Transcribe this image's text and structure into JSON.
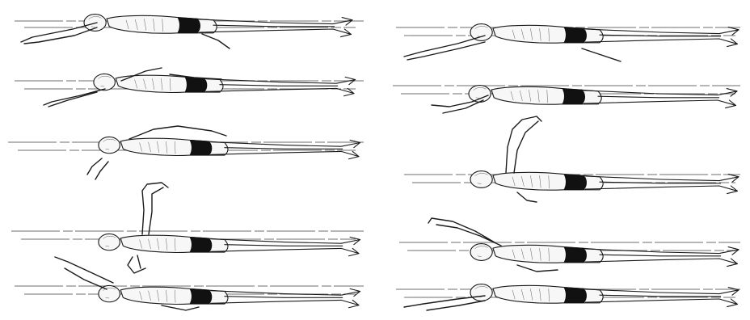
{
  "figure": {
    "subject": "",
    "colors": {
      "ink": "#1a1a1a",
      "paper": "#ffffff",
      "trunks": "#111111",
      "waterline": "#8a8a8a"
    }
  },
  "left_column": [
    {
      "pose": "arms-extended"
    },
    {
      "pose": "arm-recovery-start"
    },
    {
      "pose": "arm-bent-overhead"
    },
    {
      "pose": "arm-raised-vertical"
    },
    {
      "pose": "arm-entry"
    }
  ],
  "right_column": [
    {
      "pose": "arms-extended"
    },
    {
      "pose": "arm-pull"
    },
    {
      "pose": "arm-raised-vertical"
    },
    {
      "pose": "arm-reaching-back"
    },
    {
      "pose": "arms-extended"
    }
  ]
}
